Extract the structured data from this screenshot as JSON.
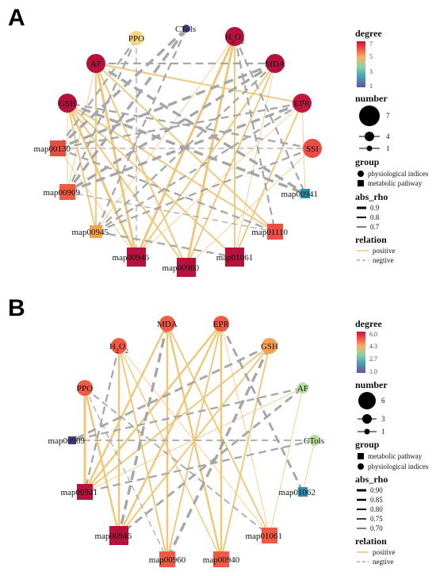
{
  "panels": [
    {
      "letter": "A",
      "legend": {
        "degree_title": "degree",
        "degree_ticks": [
          "7",
          "5",
          "3",
          "1"
        ],
        "number_title": "number",
        "number_ticks": [
          "7",
          "4",
          "1"
        ],
        "group_title": "group",
        "group_items": [
          "physiological indices",
          "metabolic pathway"
        ],
        "abs_title": "abs_rho",
        "abs_items": [
          "0.9",
          "0.8",
          "0.7"
        ],
        "relation_title": "relation",
        "relation_items": [
          "positive",
          "negtive"
        ]
      },
      "nodes": [
        {
          "id": "PPO",
          "label": "PPO",
          "shape": "circle",
          "color": "#f7d680"
        },
        {
          "id": "CTols",
          "label": "CTols",
          "shape": "circle",
          "color": "#4a3f8c"
        },
        {
          "id": "H2O2",
          "label": "H2O2",
          "shape": "circle",
          "color": "#b5123e"
        },
        {
          "id": "AF",
          "label": "AF",
          "shape": "circle",
          "color": "#b5123e"
        },
        {
          "id": "MDA",
          "label": "MDA",
          "shape": "circle",
          "color": "#b5123e"
        },
        {
          "id": "GSH",
          "label": "GSH",
          "shape": "circle",
          "color": "#b5123e"
        },
        {
          "id": "EPR",
          "label": "EPR",
          "shape": "circle",
          "color": "#c5173f"
        },
        {
          "id": "SSI",
          "label": "SSI",
          "shape": "circle",
          "color": "#ef4a45"
        },
        {
          "id": "map00130",
          "label": "map00130",
          "shape": "square",
          "color": "#ea4b45"
        },
        {
          "id": "map00909",
          "label": "map00909",
          "shape": "square",
          "color": "#f05a45"
        },
        {
          "id": "map00941",
          "label": "map00941",
          "shape": "square",
          "color": "#2a8fb0"
        },
        {
          "id": "map00945",
          "label": "map00945",
          "shape": "square",
          "color": "#f9a04f"
        },
        {
          "id": "map01110",
          "label": "map01110",
          "shape": "square",
          "color": "#ec4f45"
        },
        {
          "id": "map00946",
          "label": "map00946",
          "shape": "square",
          "color": "#b5123e"
        },
        {
          "id": "map00960",
          "label": "map00960",
          "shape": "square",
          "color": "#b5123e"
        },
        {
          "id": "map01061",
          "label": "map01061",
          "shape": "square",
          "color": "#b5123e"
        }
      ],
      "edges": [
        {
          "s": "AF",
          "t": "map00946",
          "rel": "positive",
          "w": 0.9
        },
        {
          "s": "AF",
          "t": "map00960",
          "rel": "positive",
          "w": 0.8
        },
        {
          "s": "AF",
          "t": "map01110",
          "rel": "positive",
          "w": 0.8
        },
        {
          "s": "AF",
          "t": "map00909",
          "rel": "positive",
          "w": 0.7
        },
        {
          "s": "AF",
          "t": "map00945",
          "rel": "positive",
          "w": 0.8
        },
        {
          "s": "AF",
          "t": "EPR",
          "rel": "positive",
          "w": 0.8
        },
        {
          "s": "H2O2",
          "t": "map00946",
          "rel": "positive",
          "w": 0.9
        },
        {
          "s": "H2O2",
          "t": "map00960",
          "rel": "positive",
          "w": 0.9
        },
        {
          "s": "H2O2",
          "t": "map01061",
          "rel": "positive",
          "w": 0.8
        },
        {
          "s": "H2O2",
          "t": "map00945",
          "rel": "positive",
          "w": 0.7
        },
        {
          "s": "GSH",
          "t": "map00946",
          "rel": "positive",
          "w": 0.9
        },
        {
          "s": "GSH",
          "t": "map00960",
          "rel": "positive",
          "w": 0.8
        },
        {
          "s": "GSH",
          "t": "map01110",
          "rel": "positive",
          "w": 0.8
        },
        {
          "s": "GSH",
          "t": "map01061",
          "rel": "positive",
          "w": 0.8
        },
        {
          "s": "GSH",
          "t": "map00945",
          "rel": "positive",
          "w": 0.8
        },
        {
          "s": "GSH",
          "t": "map00909",
          "rel": "positive",
          "w": 0.7
        },
        {
          "s": "MDA",
          "t": "map00946",
          "rel": "positive",
          "w": 0.8
        },
        {
          "s": "MDA",
          "t": "map00960",
          "rel": "positive",
          "w": 0.8
        },
        {
          "s": "MDA",
          "t": "map01061",
          "rel": "positive",
          "w": 0.7
        },
        {
          "s": "EPR",
          "t": "map01061",
          "rel": "positive",
          "w": 0.8
        },
        {
          "s": "EPR",
          "t": "map00946",
          "rel": "positive",
          "w": 0.7
        },
        {
          "s": "EPR",
          "t": "map00941",
          "rel": "positive",
          "w": 0.7
        },
        {
          "s": "SSI",
          "t": "map00960",
          "rel": "positive",
          "w": 0.7
        },
        {
          "s": "map00130",
          "t": "map00946",
          "rel": "positive",
          "w": 0.7
        },
        {
          "s": "PPO",
          "t": "map00946",
          "rel": "negtive",
          "w": 0.7
        },
        {
          "s": "PPO",
          "t": "map00130",
          "rel": "negtive",
          "w": 0.8
        },
        {
          "s": "PPO",
          "t": "map00909",
          "rel": "negtive",
          "w": 0.8
        },
        {
          "s": "CTols",
          "t": "map00130",
          "rel": "negtive",
          "w": 0.9
        },
        {
          "s": "CTols",
          "t": "map00945",
          "rel": "negtive",
          "w": 0.8
        },
        {
          "s": "CTols",
          "t": "map00909",
          "rel": "negtive",
          "w": 0.9
        },
        {
          "s": "H2O2",
          "t": "map01110",
          "rel": "negtive",
          "w": 0.8
        },
        {
          "s": "H2O2",
          "t": "map00941",
          "rel": "negtive",
          "w": 0.8
        },
        {
          "s": "AF",
          "t": "map00941",
          "rel": "negtive",
          "w": 0.9
        },
        {
          "s": "AF",
          "t": "MDA",
          "rel": "negtive",
          "w": 0.8
        },
        {
          "s": "MDA",
          "t": "map00130",
          "rel": "negtive",
          "w": 0.9
        },
        {
          "s": "MDA",
          "t": "map00909",
          "rel": "negtive",
          "w": 0.9
        },
        {
          "s": "MDA",
          "t": "map00945",
          "rel": "negtive",
          "w": 0.8
        },
        {
          "s": "EPR",
          "t": "map00130",
          "rel": "negtive",
          "w": 0.8
        },
        {
          "s": "EPR",
          "t": "map00909",
          "rel": "negtive",
          "w": 0.9
        },
        {
          "s": "EPR",
          "t": "map00945",
          "rel": "negtive",
          "w": 0.8
        },
        {
          "s": "SSI",
          "t": "map00130",
          "rel": "negtive",
          "w": 0.7
        },
        {
          "s": "SSI",
          "t": "GSH",
          "rel": "negtive",
          "w": 0.8
        },
        {
          "s": "SSI",
          "t": "map00945",
          "rel": "negtive",
          "w": 0.8
        },
        {
          "s": "GSH",
          "t": "map00941",
          "rel": "negtive",
          "w": 0.9
        },
        {
          "s": "map00909",
          "t": "map01110",
          "rel": "negtive",
          "w": 0.7
        },
        {
          "s": "map00130",
          "t": "map01110",
          "rel": "negtive",
          "w": 0.8
        },
        {
          "s": "map00945",
          "t": "map01061",
          "rel": "negtive",
          "w": 0.8
        }
      ]
    },
    {
      "letter": "B",
      "legend": {
        "degree_title": "degree",
        "degree_ticks": [
          "6.0",
          "4.3",
          "2.7",
          "1.0"
        ],
        "number_title": "number",
        "number_ticks": [
          "6",
          "3",
          "1"
        ],
        "group_title": "group",
        "group_items": [
          "metabolic pathway",
          "physiological indices"
        ],
        "abs_title": "abs_rho",
        "abs_items": [
          "0.90",
          "0.85",
          "0.80",
          "0.75",
          "0.70"
        ],
        "relation_title": "relation",
        "relation_items": [
          "positive",
          "negtive"
        ]
      },
      "nodes": [
        {
          "id": "MDA",
          "label": "MDA",
          "shape": "circle",
          "color": "#f05a45"
        },
        {
          "id": "EPR",
          "label": "EPR",
          "shape": "circle",
          "color": "#f05a45"
        },
        {
          "id": "H2O2",
          "label": "H2O2",
          "shape": "circle",
          "color": "#f05a45"
        },
        {
          "id": "GSH",
          "label": "GSH",
          "shape": "circle",
          "color": "#f9a04f"
        },
        {
          "id": "PPO",
          "label": "PPO",
          "shape": "circle",
          "color": "#f05a45"
        },
        {
          "id": "AF",
          "label": "AF",
          "shape": "circle",
          "color": "#b7df9b"
        },
        {
          "id": "map00909",
          "label": "map00909",
          "shape": "square",
          "color": "#4a3f8c"
        },
        {
          "id": "CTols",
          "label": "CTols",
          "shape": "circle",
          "color": "#b7df9b"
        },
        {
          "id": "map00941",
          "label": "map00941",
          "shape": "square",
          "color": "#b5123e"
        },
        {
          "id": "map01062",
          "label": "map01062",
          "shape": "square",
          "color": "#2a8fb0"
        },
        {
          "id": "map00946",
          "label": "map00946",
          "shape": "square",
          "color": "#b5123e"
        },
        {
          "id": "map01061",
          "label": "map01061",
          "shape": "square",
          "color": "#f05a45"
        },
        {
          "id": "map00960",
          "label": "map00960",
          "shape": "square",
          "color": "#f05a45"
        },
        {
          "id": "map00940",
          "label": "map00940",
          "shape": "square",
          "color": "#f05a45"
        }
      ],
      "edges": [
        {
          "s": "PPO",
          "t": "map00941",
          "rel": "positive",
          "w": 0.9
        },
        {
          "s": "PPO",
          "t": "map00946",
          "rel": "positive",
          "w": 0.85
        },
        {
          "s": "H2O2",
          "t": "map00946",
          "rel": "positive",
          "w": 0.85
        },
        {
          "s": "H2O2",
          "t": "map00960",
          "rel": "positive",
          "w": 0.8
        },
        {
          "s": "H2O2",
          "t": "map00940",
          "rel": "positive",
          "w": 0.75
        },
        {
          "s": "H2O2",
          "t": "map01061",
          "rel": "positive",
          "w": 0.7
        },
        {
          "s": "MDA",
          "t": "map00941",
          "rel": "positive",
          "w": 0.85
        },
        {
          "s": "MDA",
          "t": "map00960",
          "rel": "positive",
          "w": 0.85
        },
        {
          "s": "MDA",
          "t": "map00940",
          "rel": "positive",
          "w": 0.85
        },
        {
          "s": "MDA",
          "t": "map01061",
          "rel": "positive",
          "w": 0.8
        },
        {
          "s": "EPR",
          "t": "map00941",
          "rel": "positive",
          "w": 0.85
        },
        {
          "s": "EPR",
          "t": "map00946",
          "rel": "positive",
          "w": 0.85
        },
        {
          "s": "EPR",
          "t": "map00960",
          "rel": "positive",
          "w": 0.8
        },
        {
          "s": "EPR",
          "t": "map00940",
          "rel": "positive",
          "w": 0.85
        },
        {
          "s": "EPR",
          "t": "map01061",
          "rel": "positive",
          "w": 0.7
        },
        {
          "s": "GSH",
          "t": "map00941",
          "rel": "positive",
          "w": 0.8
        },
        {
          "s": "GSH",
          "t": "map00946",
          "rel": "positive",
          "w": 0.8
        },
        {
          "s": "GSH",
          "t": "map00940",
          "rel": "positive",
          "w": 0.8
        },
        {
          "s": "AF",
          "t": "map00941",
          "rel": "positive",
          "w": 0.7
        },
        {
          "s": "AF",
          "t": "map01061",
          "rel": "positive",
          "w": 0.7
        },
        {
          "s": "CTols",
          "t": "map01062",
          "rel": "positive",
          "w": 0.7
        },
        {
          "s": "PPO",
          "t": "map00960",
          "rel": "negtive",
          "w": 0.7
        },
        {
          "s": "PPO",
          "t": "map01061",
          "rel": "negtive",
          "w": 0.75
        },
        {
          "s": "H2O2",
          "t": "map00941",
          "rel": "negtive",
          "w": 0.8
        },
        {
          "s": "MDA",
          "t": "map00946",
          "rel": "negtive",
          "w": 0.9
        },
        {
          "s": "EPR",
          "t": "map01062",
          "rel": "negtive",
          "w": 0.85
        },
        {
          "s": "GSH",
          "t": "map00960",
          "rel": "negtive",
          "w": 0.9
        },
        {
          "s": "GSH",
          "t": "map00909",
          "rel": "negtive",
          "w": 0.85
        },
        {
          "s": "AF",
          "t": "map00946",
          "rel": "negtive",
          "w": 0.85
        },
        {
          "s": "AF",
          "t": "map00909",
          "rel": "negtive",
          "w": 0.8
        },
        {
          "s": "map00909",
          "t": "CTols",
          "rel": "negtive",
          "w": 0.75
        },
        {
          "s": "CTols",
          "t": "map00941",
          "rel": "negtive",
          "w": 0.8
        }
      ]
    }
  ],
  "colors": {
    "positive": "#f0c77a",
    "negtive": "#a6a6a6",
    "scale": [
      "#6b4fa0",
      "#4aa3b5",
      "#8fd3a6",
      "#f9b062",
      "#ef4a45",
      "#c5123e"
    ]
  }
}
